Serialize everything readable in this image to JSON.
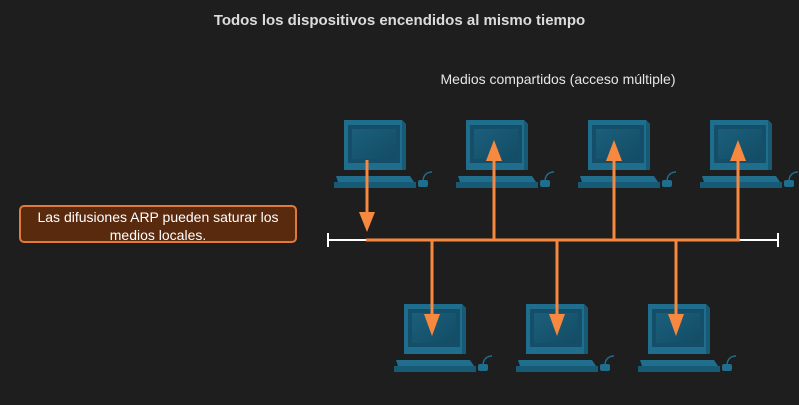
{
  "title": "Todos los dispositivos encendidos al mismo tiempo",
  "subtitle": "Medios compartidos (acceso múltiple)",
  "note": "Las difusiones ARP pueden saturar los medios locales.",
  "colors": {
    "background": "#1e1e1e",
    "arrow": "#f7883f",
    "bus": "#f7883f",
    "terminator": "#ffffff",
    "computer": "#1f6e8e",
    "note_fill": "#5a2a0e",
    "note_border": "#e07a3a"
  },
  "devices": [
    {
      "name": "pc-top-1",
      "row": "top",
      "arrow": "down",
      "icon": "desktop-computer-icon"
    },
    {
      "name": "pc-top-2",
      "row": "top",
      "arrow": "up",
      "icon": "desktop-computer-icon"
    },
    {
      "name": "pc-top-3",
      "row": "top",
      "arrow": "up",
      "icon": "desktop-computer-icon"
    },
    {
      "name": "pc-top-4",
      "row": "top",
      "arrow": "up",
      "icon": "desktop-computer-icon"
    },
    {
      "name": "pc-bottom-1",
      "row": "bottom",
      "arrow": "down",
      "icon": "desktop-computer-icon"
    },
    {
      "name": "pc-bottom-2",
      "row": "bottom",
      "arrow": "down",
      "icon": "desktop-computer-icon"
    },
    {
      "name": "pc-bottom-3",
      "row": "bottom",
      "arrow": "down",
      "icon": "desktop-computer-icon"
    }
  ]
}
